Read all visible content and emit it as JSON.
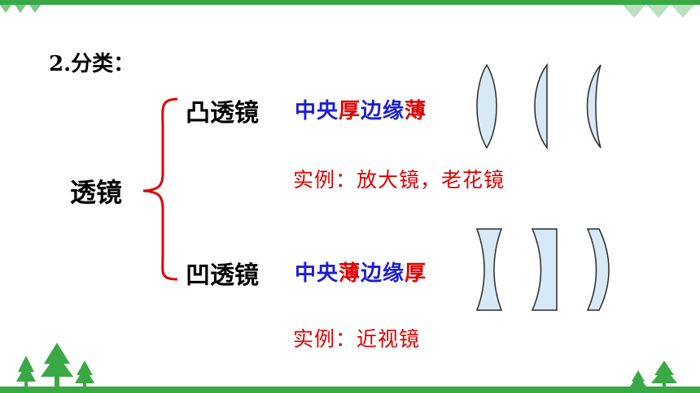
{
  "heading": "2.分类：",
  "root_label": "透镜",
  "convex": {
    "label": "凸透镜",
    "desc_parts": [
      {
        "text": "中央",
        "color": "#1f1fd0"
      },
      {
        "text": "厚",
        "color": "#e00000"
      },
      {
        "text": "边缘",
        "color": "#1f1fd0"
      },
      {
        "text": "薄",
        "color": "#e00000"
      }
    ],
    "example": "实例：放大镜，老花镜"
  },
  "concave": {
    "label": "凹透镜",
    "desc_parts": [
      {
        "text": "中央",
        "color": "#1f1fd0"
      },
      {
        "text": "薄",
        "color": "#e00000"
      },
      {
        "text": "边缘",
        "color": "#1f1fd0"
      },
      {
        "text": "厚",
        "color": "#e00000"
      }
    ],
    "example": "实例：近视镜"
  },
  "colors": {
    "brace": "#e00000",
    "lens_fill": "#d6e9f5",
    "lens_stroke": "#2a2a2a",
    "accent_green": "#3aa845"
  },
  "icons": [
    "tree-icon",
    "leaf-pattern-icon"
  ]
}
